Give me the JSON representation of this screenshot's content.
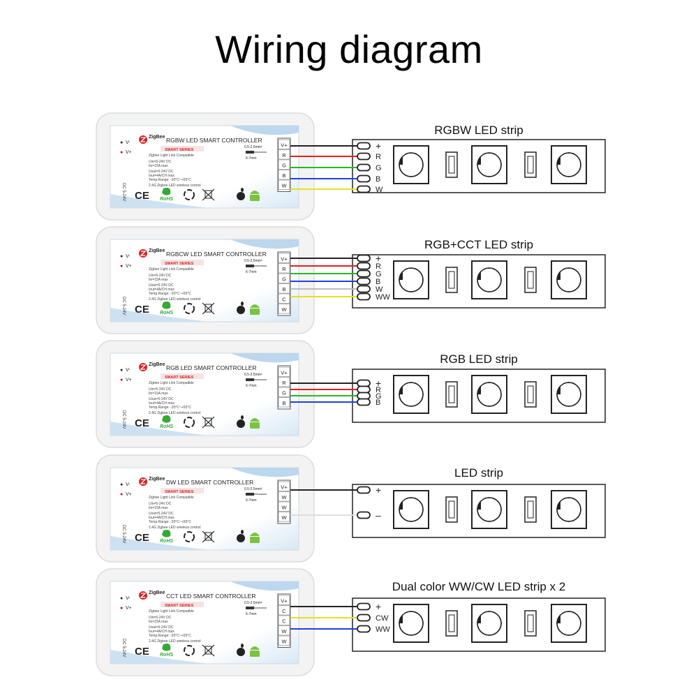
{
  "title": "Wiring diagram",
  "rows": [
    {
      "strip_title": "RGBW LED strip",
      "controller": {
        "brand": "ZigBee",
        "model": "RGBW LED SMART CONTROLLER",
        "series": "SMART SERIES",
        "compat": "Zigbee Light Link Compatible",
        "spec_in": "Uin=5-24V DC",
        "spec_iin": "Iin=15A max",
        "spec_out": "Uout=5-24V DC",
        "spec_iout": "Iout=4A/CH max",
        "temp": "Temp.Range: -20°C~+55°C",
        "wireless": "2.4G Zigbee LED wireless control",
        "wire_size": "0.5-2.5mm²",
        "strip_len": "6-7mm",
        "power_terms": [
          "V-",
          "V+"
        ],
        "side_label": "DC 5-24V",
        "terminals": [
          "V+",
          "R",
          "G",
          "B",
          "W"
        ]
      },
      "wires": [
        "#222222",
        "#e02020",
        "#22bb22",
        "#2040e0",
        "#e6e020"
      ],
      "strip_labels": [
        "+",
        "R",
        "G",
        "B",
        "W"
      ]
    },
    {
      "strip_title": "RGB+CCT LED strip",
      "controller": {
        "brand": "ZigBee",
        "model": "RGBCW LED SMART CONTROLLER",
        "series": "SMART SERIES",
        "compat": "Zigbee Light Link Compatible",
        "spec_in": "Uin=5-24V DC",
        "spec_iin": "Iin=15A max",
        "spec_out": "Uout=5-24V DC",
        "spec_iout": "Iout=4A/CH max",
        "temp": "Temp.Range: -20°C~+55°C",
        "wireless": "2.4G Zigbee LED wireless control",
        "wire_size": "0.5-2.5mm²",
        "strip_len": "6-7mm",
        "power_terms": [
          "V-",
          "V+"
        ],
        "side_label": "DC 5-24V",
        "terminals": [
          "V+",
          "R",
          "G",
          "B",
          "C",
          "W"
        ]
      },
      "wires": [
        "#222222",
        "#e02020",
        "#22bb22",
        "#2040e0",
        "#bbbbbb",
        "#e6e020"
      ],
      "strip_labels": [
        "+",
        "R",
        "G",
        "B",
        "W",
        "WW"
      ]
    },
    {
      "strip_title": "RGB LED strip",
      "controller": {
        "brand": "ZigBee",
        "model": "RGB LED SMART CONTROLLER",
        "series": "SMART SERIES",
        "compat": "Zigbee Light Link Compatible",
        "spec_in": "Uin=5-24V DC",
        "spec_iin": "Iin=15A max",
        "spec_out": "Uout=5-24V DC",
        "spec_iout": "Iout=4A/CH max",
        "temp": "Temp.Range: -20°C~+55°C",
        "wireless": "2.4G Zigbee LED wireless control",
        "wire_size": "0.5-2.5mm²",
        "strip_len": "6-7mm",
        "power_terms": [
          "V-",
          "V+"
        ],
        "side_label": "DC 5-24V",
        "terminals": [
          "V+",
          "R",
          "G",
          "B"
        ]
      },
      "wires": [
        "#222222",
        "#e02020",
        "#22bb22",
        "#2040e0"
      ],
      "strip_labels": [
        "+",
        "R",
        "G",
        "B"
      ]
    },
    {
      "strip_title": "LED strip",
      "controller": {
        "brand": "ZigBee",
        "model": "DW LED SMART CONTROLLER",
        "series": "SMART SERIES",
        "compat": "Zigbee Light Link Compatible",
        "spec_in": "Uin=5-24V DC",
        "spec_iin": "Iin=15A max",
        "spec_out": "Uout=5-24V DC",
        "spec_iout": "Iout=4A/CH max",
        "temp": "Temp.Range: -20°C~+55°C",
        "wireless": "2.4G Zigbee LED wireless control",
        "wire_size": "0.5-2.5mm²",
        "strip_len": "6-7mm",
        "power_terms": [
          "V-",
          "V+"
        ],
        "side_label": "DC 5-24V",
        "terminals": [
          "V+",
          "W",
          "W",
          "W"
        ]
      },
      "wires": [
        "#222222",
        "#dddddd"
      ],
      "strip_labels": [
        "+",
        "–"
      ]
    },
    {
      "strip_title": "Dual color WW/CW LED strip x 2",
      "controller": {
        "brand": "ZigBee",
        "model": "CCT LED SMART CONTROLLER",
        "series": "SMART SERIES",
        "compat": "Zigbee Light Link Compatible",
        "spec_in": "Uin=5-24V DC",
        "spec_iin": "Iin=15A max",
        "spec_out": "Uout=5-24V DC",
        "spec_iout": "Iout=4A/CH max",
        "temp": "Temp.Range: -20°C~+55°C",
        "wireless": "2.4G Zigbee LED wireless control",
        "wire_size": "0.5-2.5mm²",
        "strip_len": "6-7mm",
        "power_terms": [
          "V-",
          "V+"
        ],
        "side_label": "DC 5-24V",
        "terminals": [
          "V+",
          "C",
          "C",
          "W",
          "W"
        ]
      },
      "wires": [
        "#222222",
        "#e6e020",
        "#2040e0"
      ],
      "strip_labels": [
        "+",
        "CW",
        "WW"
      ]
    }
  ],
  "badges": {
    "ce": "CE",
    "rohs": "RoHS"
  }
}
